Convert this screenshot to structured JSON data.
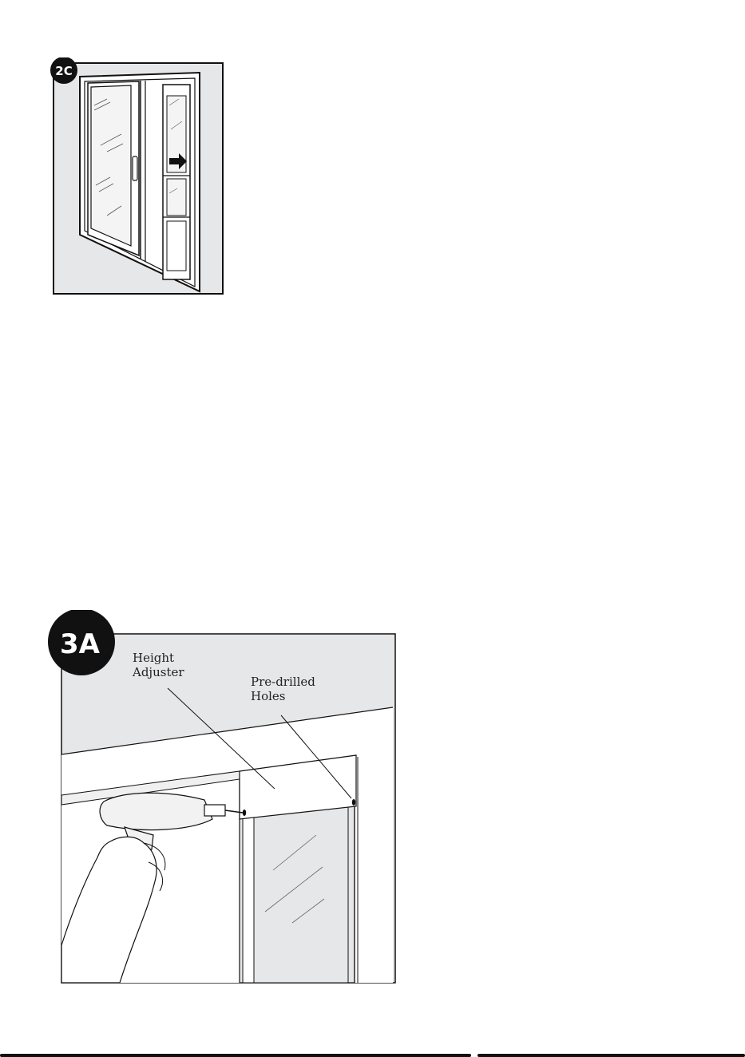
{
  "figures": [
    {
      "badge": "2C"
    },
    {
      "badge": "3A",
      "callouts": {
        "height_adjuster": [
          "Height",
          "Adjuster"
        ],
        "pre_drilled_holes": [
          "Pre-drilled",
          "Holes"
        ]
      }
    }
  ],
  "colors": {
    "ink": "#111111",
    "wall_grey": "#e6e7e8",
    "frame_white": "#ffffff"
  }
}
